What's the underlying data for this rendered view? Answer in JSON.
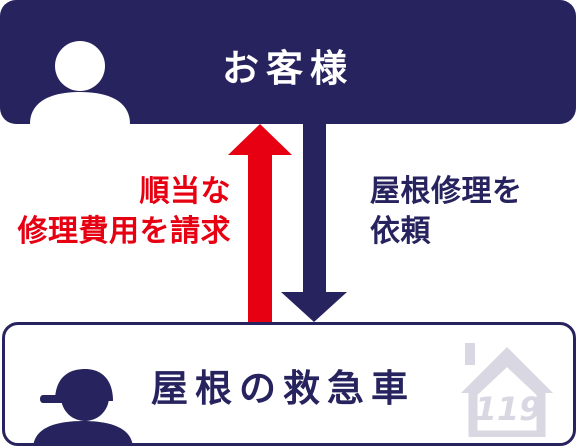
{
  "customer": {
    "label": "お客様",
    "icon": "person-icon"
  },
  "provider": {
    "label": "屋根の救急車",
    "icon": "worker-cap-icon",
    "badge_icon": "house-icon",
    "badge_number": "119"
  },
  "left_caption": {
    "line1": "順当な",
    "line2": "修理費用を請求"
  },
  "right_caption": {
    "line1": "屋根修理を",
    "line2": "依頼"
  },
  "colors": {
    "navy": "#27235e",
    "red": "#e60012",
    "badge_gray": "#d9d8e2"
  }
}
